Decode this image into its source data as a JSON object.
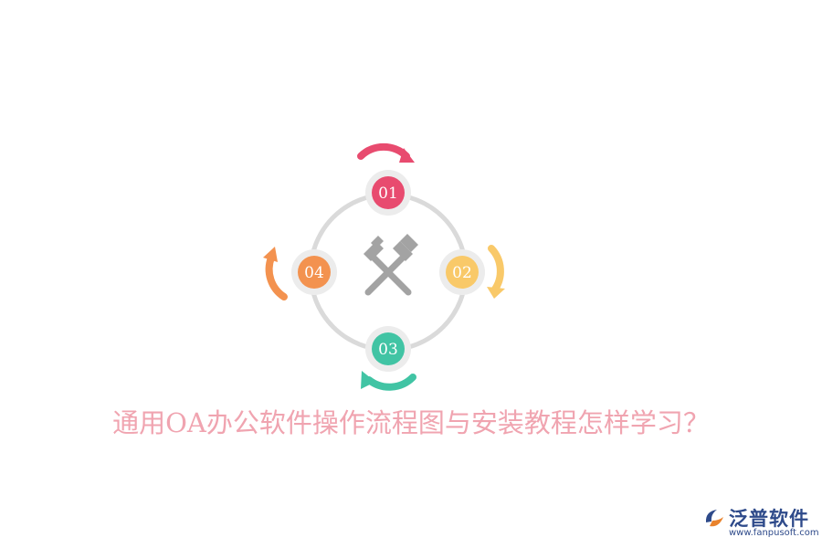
{
  "diagram": {
    "steps": [
      {
        "label": "01",
        "color": "#e84b6f"
      },
      {
        "label": "02",
        "color": "#f9c969"
      },
      {
        "label": "03",
        "color": "#41c4a4"
      },
      {
        "label": "04",
        "color": "#f3924f"
      }
    ],
    "ring_color": "#dadada",
    "center_icon": "crossed-hammers-icon",
    "center_icon_color": "#a3a3a3"
  },
  "title": {
    "text": "通用OA办公软件操作流程图与安装教程怎样学习？",
    "color": "#f0a4b0"
  },
  "logo": {
    "brand": "泛普软件",
    "url": "www.fanpusoft.com",
    "brand_color": "#2e4a8a",
    "accent_color": "#e9832d"
  }
}
